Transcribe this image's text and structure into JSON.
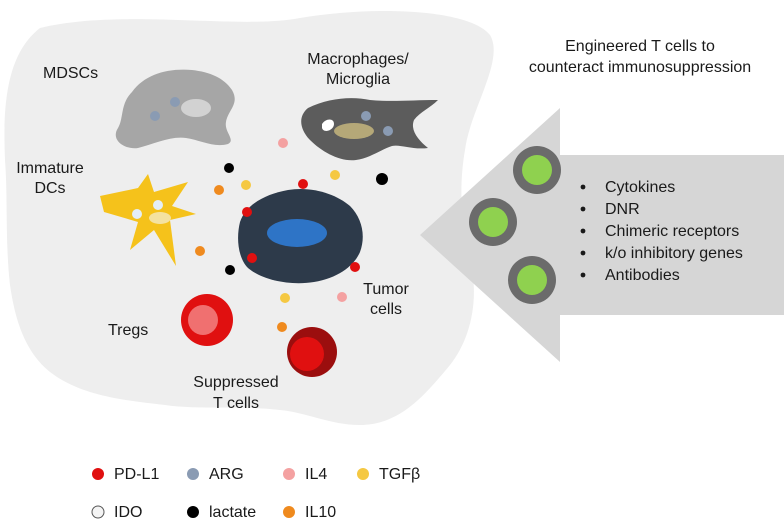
{
  "labels": {
    "mdscs": "MDSCs",
    "macrophages_line1": "Macrophages/",
    "macrophages_line2": "Microglia",
    "immature_line1": "Immature",
    "immature_line2": "DCs",
    "tregs": "Tregs",
    "tumor_line1": "Tumor",
    "tumor_line2": "cells",
    "suppressed_line1": "Suppressed",
    "suppressed_line2": "T cells"
  },
  "engineered": {
    "title_line1": "Engineered T cells to",
    "title_line2": "counteract immunosuppression",
    "bullets": [
      "Cytokines",
      "DNR",
      "Chimeric receptors",
      "k/o inhibitory genes",
      "Antibodies"
    ]
  },
  "legend": [
    {
      "name": "PD-L1",
      "color": "#e01010"
    },
    {
      "name": "ARG",
      "color": "#8a9bb3"
    },
    {
      "name": "IL4",
      "color": "#f4a1a1"
    },
    {
      "name": "TGFβ",
      "color": "#f5c842"
    },
    {
      "name": "IDO",
      "color": "#f4f4f4"
    },
    {
      "name": "lactate",
      "color": "#000000"
    },
    {
      "name": "IL10",
      "color": "#ef8a1e"
    }
  ]
}
